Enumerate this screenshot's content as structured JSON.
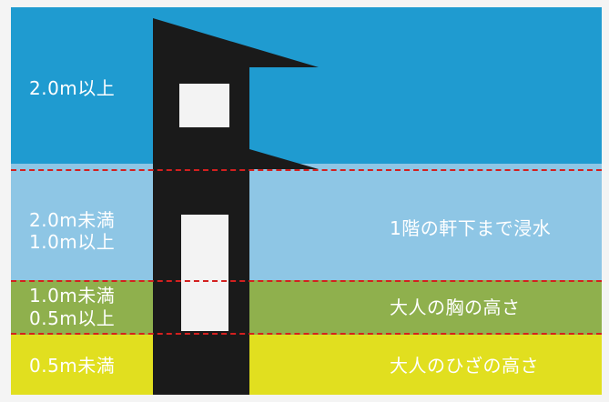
{
  "colors": {
    "band_top": "#1f9bd0",
    "band_mid": "#8ec6e5",
    "band_chest": "#8fb04d",
    "band_knee": "#e1df1f",
    "divider": "#d3201f",
    "house": "#1a1a1a",
    "window": "#f3f3f3"
  },
  "levels": [
    {
      "label": "2.0m以上",
      "description": ""
    },
    {
      "label_line1": "2.0m未満",
      "label_line2": "1.0m以上",
      "description": "1階の軒下まで浸水"
    },
    {
      "label_line1": "1.0m未満",
      "label_line2": "0.5m以上",
      "description": "大人の胸の高さ"
    },
    {
      "label": "0.5m未満",
      "description": "大人のひざの高さ"
    }
  ]
}
